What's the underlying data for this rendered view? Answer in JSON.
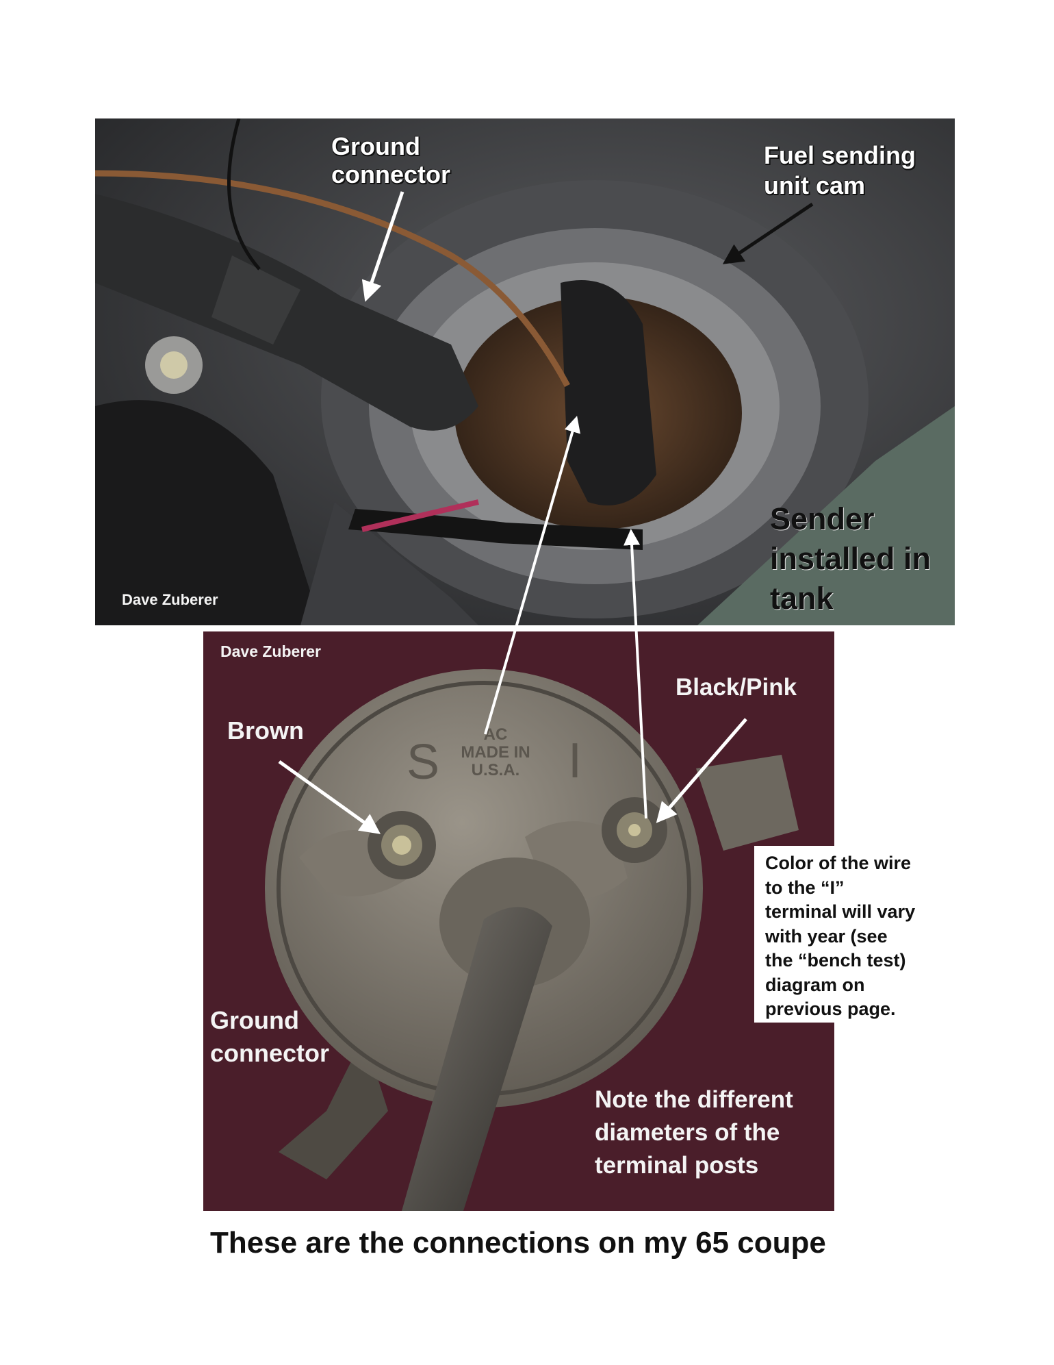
{
  "top_photo": {
    "watermark": "Dave Zuberer",
    "label_ground": [
      "Ground",
      "connector"
    ],
    "label_cam": [
      "Fuel sending",
      "unit cam"
    ],
    "label_sender": [
      "Sender",
      "installed in",
      "tank"
    ]
  },
  "bottom_photo": {
    "watermark": "Dave Zuberer",
    "label_black_pink": "Black/Pink",
    "label_brown": "Brown",
    "label_ground": [
      "Ground",
      "connector"
    ],
    "stamp_lines": [
      "AC",
      "MADE IN",
      "U.S.A."
    ],
    "stamp_letters": [
      "S",
      "I"
    ],
    "note_diameters": [
      "Note the different",
      "diameters of the",
      "terminal posts"
    ]
  },
  "note_box": [
    "Color of the wire",
    "to the “I”",
    "terminal will vary",
    "with year (see",
    "the “bench test)",
    "diagram on",
    "previous page."
  ],
  "caption": "These are the connections on my 65 coupe"
}
